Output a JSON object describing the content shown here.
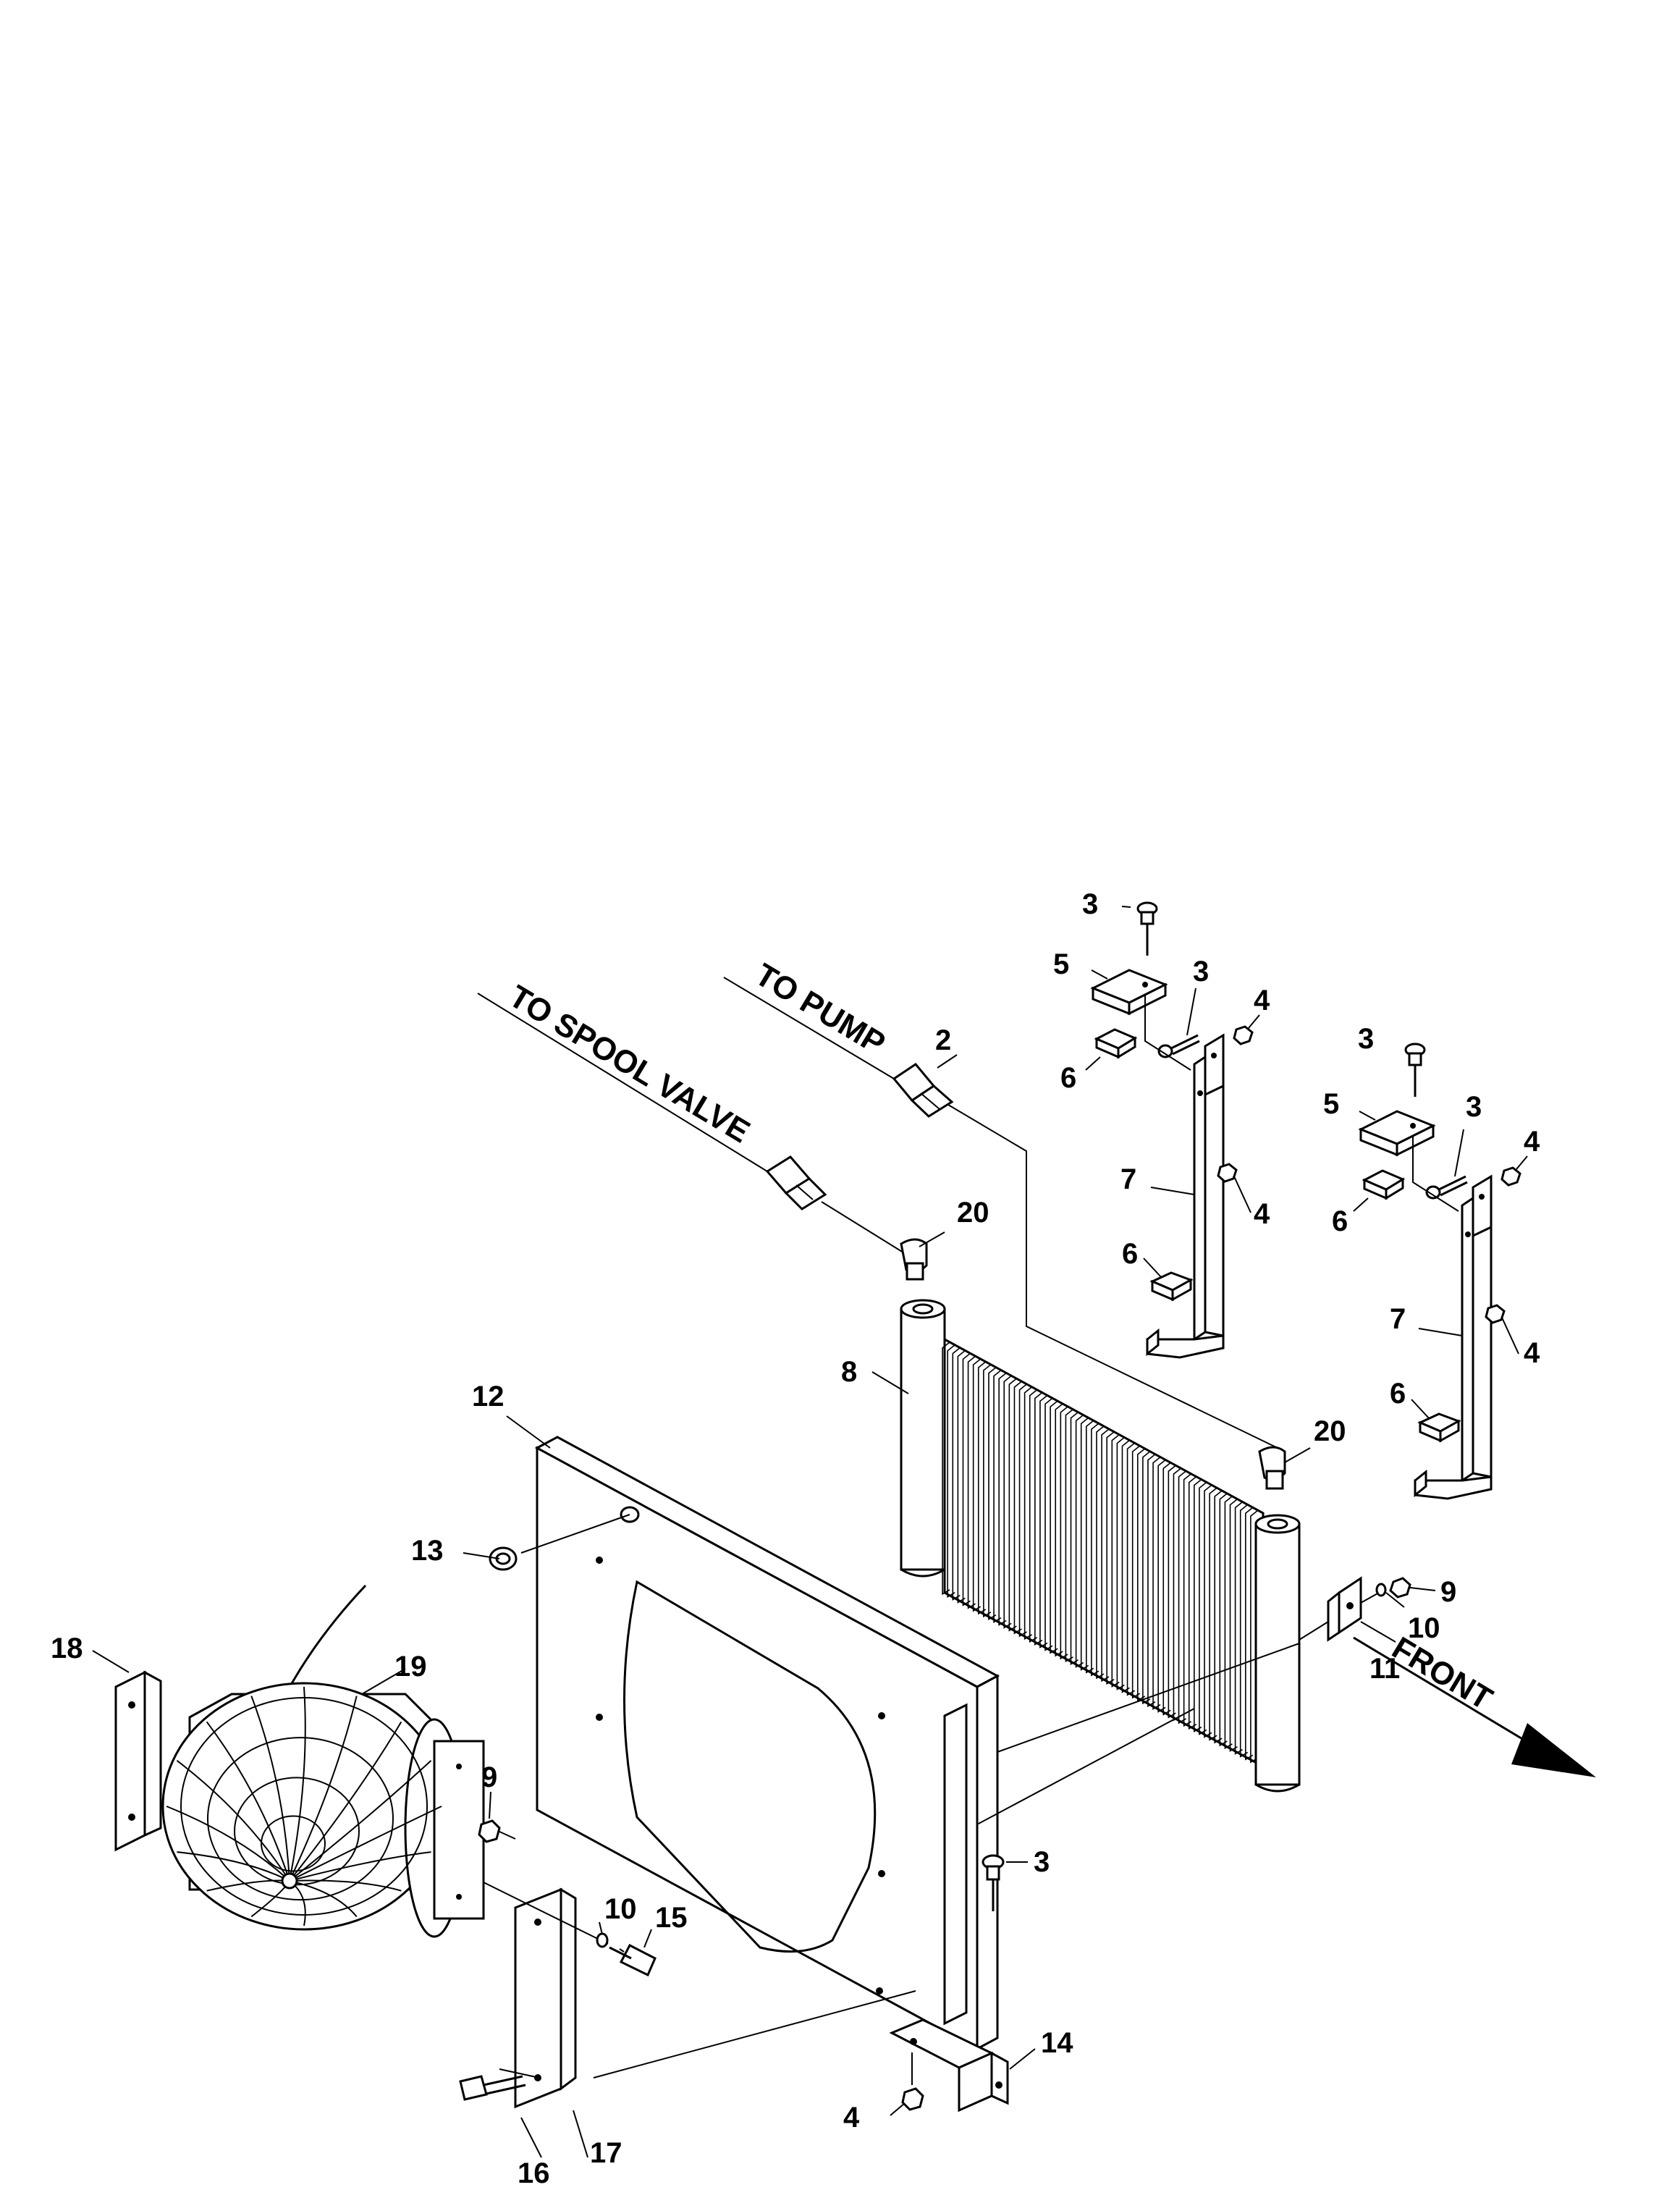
{
  "directions": {
    "to_spool_valve": "TO SPOOL VALVE",
    "to_pump": "TO PUMP",
    "front": "FRONT"
  },
  "callouts": {
    "c2": "2",
    "c3a": "3",
    "c3b": "3",
    "c3c": "3",
    "c3d": "3",
    "c3e": "3",
    "c4a": "4",
    "c4b": "4",
    "c4c": "4",
    "c4d": "4",
    "c4e": "4",
    "c5a": "5",
    "c5b": "5",
    "c6a": "6",
    "c6b": "6",
    "c6c": "6",
    "c6d": "6",
    "c7a": "7",
    "c7b": "7",
    "c8": "8",
    "c9a": "9",
    "c9b": "9",
    "c10a": "10",
    "c10b": "10",
    "c11": "11",
    "c12": "12",
    "c13": "13",
    "c14": "14",
    "c15": "15",
    "c16": "16",
    "c17": "17",
    "c18": "18",
    "c19": "19",
    "c20a": "20",
    "c20b": "20"
  }
}
